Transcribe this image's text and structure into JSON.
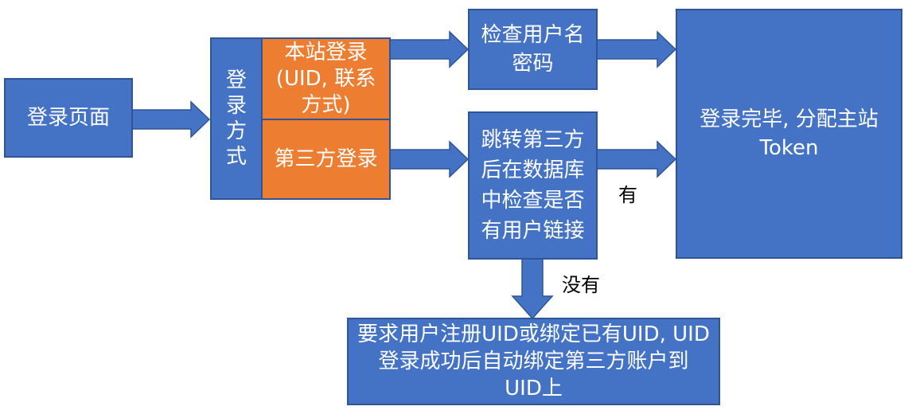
{
  "nodes": {
    "login_page": "登录页面",
    "login_method": "登\n录\n方\n式",
    "site_login": "本站登录\n(UID, 联系\n方式)",
    "third_party_login": "第三方登录",
    "check_credentials": "检查用户名\n密码",
    "redirect_check": "跳转第三方\n后在数据库\n中检查是否\n有用户链接",
    "login_done": "登录完毕, 分配主站\nToken",
    "register_bind": "要求用户注册UID或绑定已有UID, UID\n登录成功后自动绑定第三方账户到\nUID上"
  },
  "edge_labels": {
    "yes": "有",
    "no": "没有"
  },
  "colors": {
    "blue_fill": "#4472c4",
    "blue_border": "#2f5597",
    "orange_fill": "#ed7d31"
  }
}
